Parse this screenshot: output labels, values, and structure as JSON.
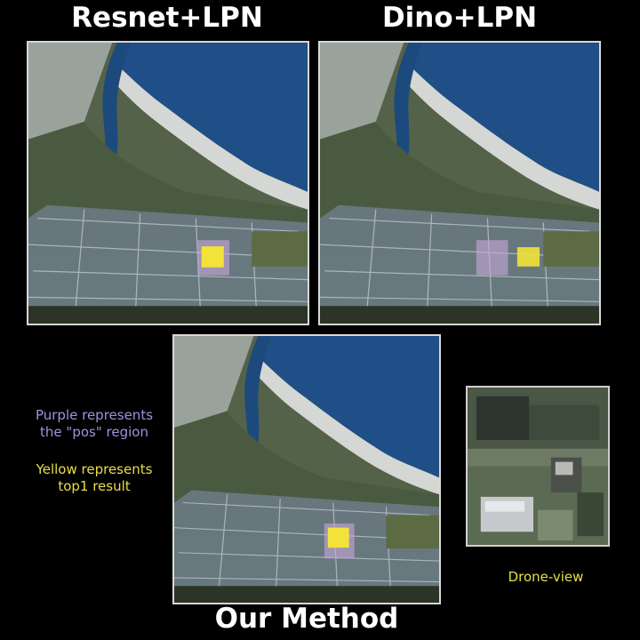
{
  "titles": {
    "resnet": "Resnet+LPN",
    "dino": "Dino+LPN",
    "ours": "Our Method"
  },
  "legend": {
    "purple_line1": "Purple represents",
    "purple_line2": "the \"pos\" region",
    "yellow_line1": "Yellow represents",
    "yellow_line2": "top1 result"
  },
  "drone_caption": "Drone-view",
  "colors": {
    "background": "#000000",
    "title_text": "#ffffff",
    "purple_text": "#9a95e0",
    "yellow_text": "#e8df4a",
    "pos_region": "#c8a8d8",
    "top1_box": "#f2e23a",
    "water": "#1f4f86",
    "shore": "#cfd2d0",
    "land": "#4f5e45",
    "town": "#6e7f8e"
  }
}
